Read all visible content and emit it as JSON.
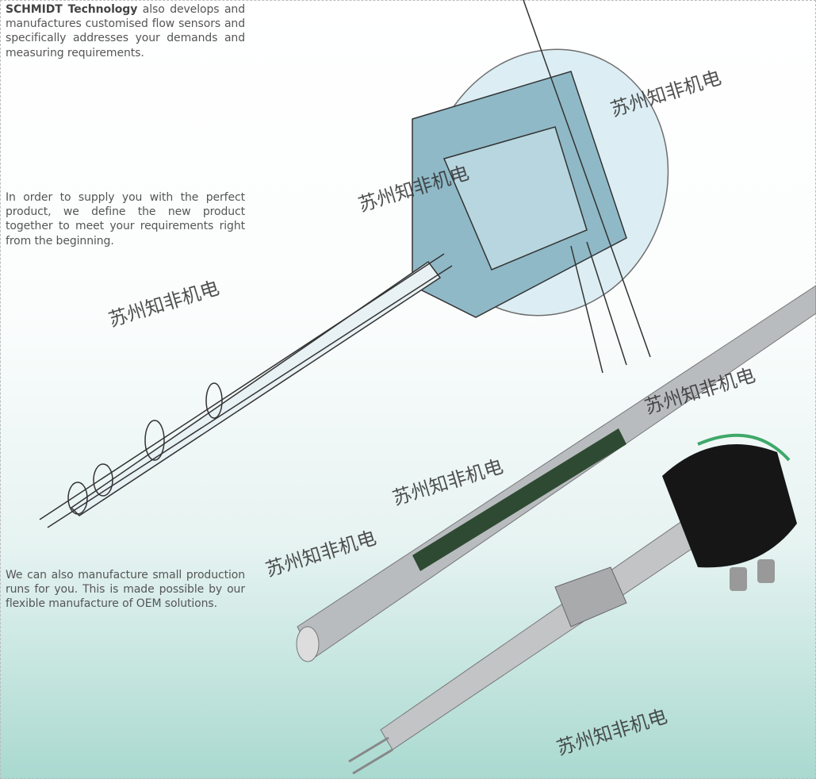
{
  "paragraphs": {
    "p1_brand": "SCHMIDT Technology",
    "p1_rest": " also develops and manufactures customised flow sensors and specifically addresses your demands and measuring requirements.",
    "p2": "In order to supply you with the perfect product, we define the new product together to meet your requirements right from the beginning.",
    "p3": "We can also manufacture small production runs for you. This is made possible by our flexible manufacture of OEM solutions."
  },
  "watermark": "苏州知非机电",
  "colors": {
    "text": "#555555",
    "sketch_blue": "#9fd0e0",
    "teal_bg": "#a9d9d0"
  }
}
